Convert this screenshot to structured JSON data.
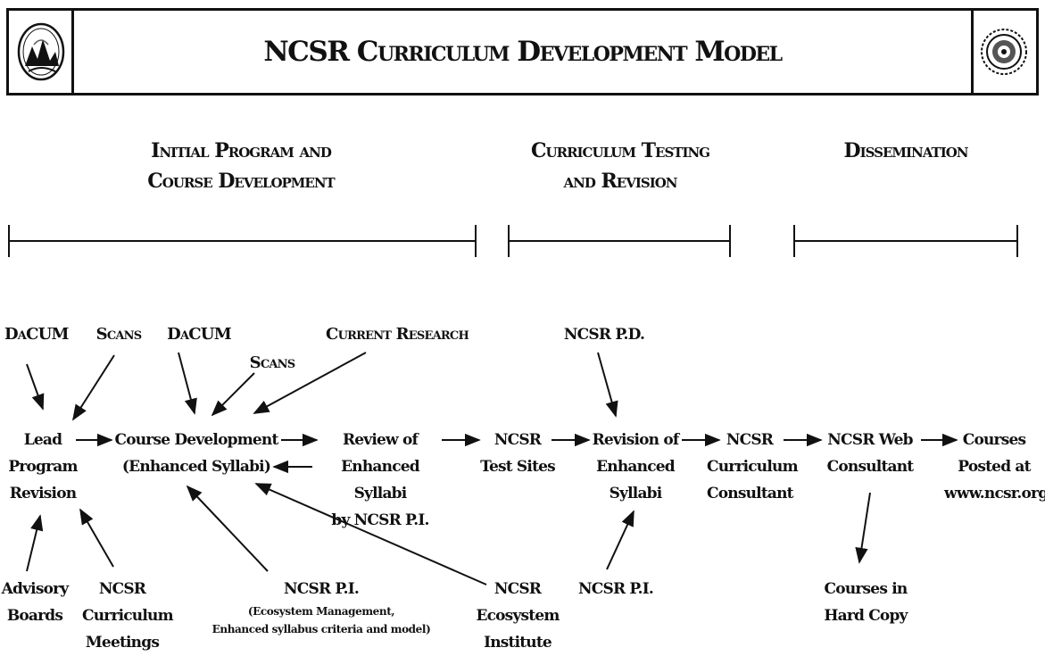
{
  "header": {
    "title": "NCSR Curriculum Development Model",
    "logo_left": "regional-seal-logo",
    "logo_right": "ncsr-seal-logo"
  },
  "phases": [
    {
      "label": "Initial Program and\nCourse Development"
    },
    {
      "label": "Curriculum Testing\nand Revision"
    },
    {
      "label": "Dissemination"
    }
  ],
  "nodes": {
    "dacum_1": "DaCUM",
    "scans_1": "Scans",
    "dacum_2": "DaCUM",
    "scans_2": "Scans",
    "current_research": "Current Research",
    "ncsr_pd": "NCSR P.D.",
    "lead_program_revision": "Lead\nProgram\nRevision",
    "course_development": "Course Development\n(Enhanced Syllabi)",
    "review_enhanced_syllabi": "Review of\nEnhanced Syllabi\nby NCSR P.I.",
    "ncsr_test_sites": "NCSR\nTest Sites",
    "revision_enhanced_syllabi": "Revision of\nEnhanced\nSyllabi",
    "ncsr_curriculum_consultant": "NCSR\nCurriculum\nConsultant",
    "ncsr_web_consultant": "NCSR Web\nConsultant",
    "courses_posted": "Courses\nPosted at\nwww.ncsr.org",
    "advisory_boards": "Advisory\nBoards",
    "ncsr_curriculum_meetings": "NCSR\nCurriculum\nMeetings",
    "ncsr_pi_1": "NCSR P.I.",
    "ncsr_pi_1_sub": "(Ecosystem Management,\nEnhanced syllabus criteria and model)",
    "ncsr_ecosystem_institute": "NCSR\nEcosystem\nInstitute",
    "ncsr_pi_2": "NCSR P.I.",
    "courses_hard_copy": "Courses in\nHard Copy"
  }
}
